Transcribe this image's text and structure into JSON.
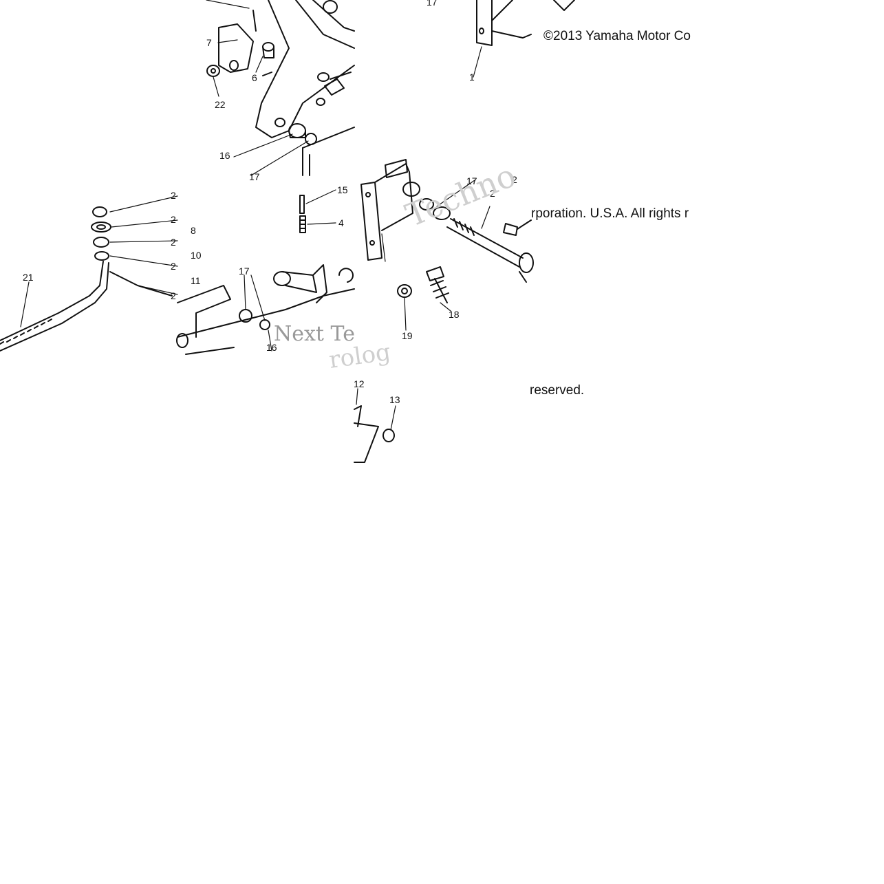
{
  "copyright": {
    "line1": "©2013 Yamaha Motor Co",
    "line2": "rporation. U.S.A. All rights r",
    "line3": "reserved."
  },
  "watermark": {
    "text1": "Techno",
    "text2": "Next Te",
    "text3": "rolog"
  },
  "callouts": [
    "17",
    "7",
    "6",
    "22",
    "16",
    "17",
    "2",
    "2",
    "2",
    "8",
    "2",
    "10",
    "2",
    "11",
    "2",
    "21",
    "17",
    "15",
    "4",
    "16",
    "17",
    "2",
    "18",
    "19",
    "1",
    "12",
    "13"
  ],
  "colors": {
    "ink": "#111111",
    "watermark": "#cfcfcf",
    "background": "#ffffff"
  }
}
